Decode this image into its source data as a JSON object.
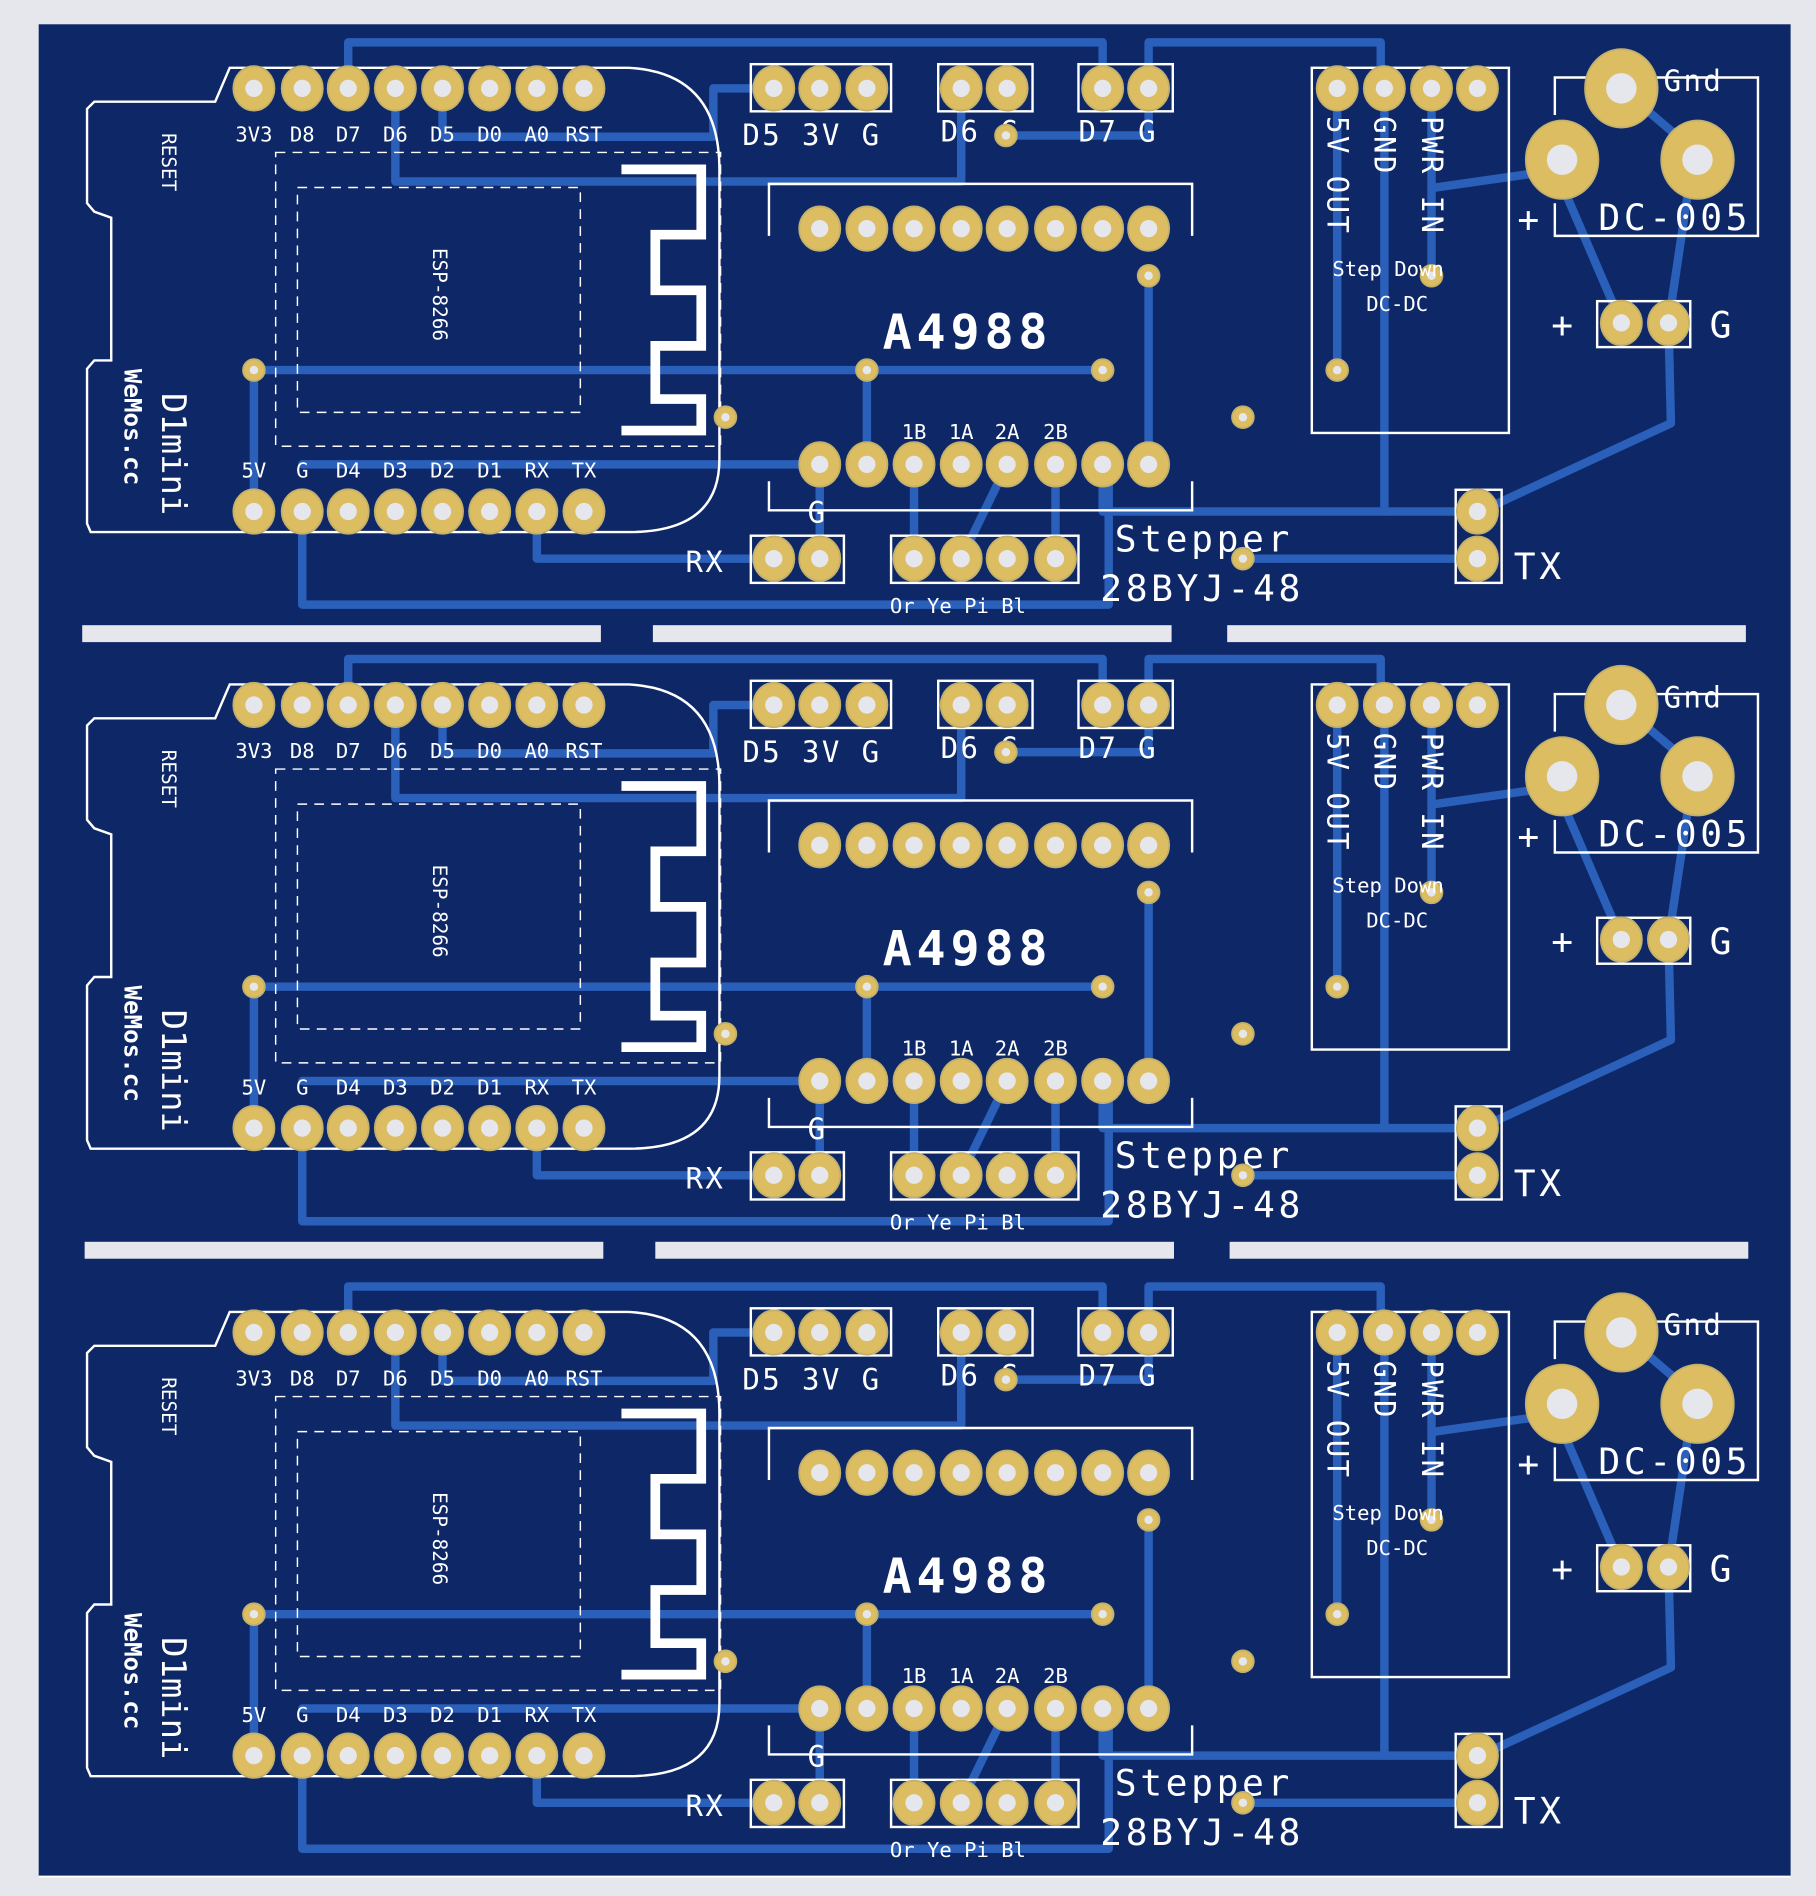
{
  "view": {
    "type": "PCB layout render",
    "panel_count": 3
  },
  "colors": {
    "board": "#0e2766",
    "trace": "#2a5fba",
    "pad": "#dcbd62",
    "pad_edge": "#c2b06c",
    "hole": "#e6e7ec",
    "silkscreen": "#ffffff",
    "background": "#e6e7ec"
  },
  "board": {
    "d1mini": {
      "reset_label": "RESET",
      "chip_label": "ESP-8266",
      "title": "D1mini",
      "brand": "WeMos.cc",
      "top_pins": [
        "3V3",
        "D8",
        "D7",
        "D6",
        "D5",
        "D0",
        "A0",
        "RST"
      ],
      "bottom_pins": [
        "5V",
        "G",
        "D4",
        "D3",
        "D2",
        "D1",
        "RX",
        "TX"
      ]
    },
    "headers": {
      "h1_labels": "D5 3V G",
      "h2_labels": "D6 G",
      "h3_labels": "D7 G",
      "rx_label": "RX",
      "tx_label": "TX",
      "g_label": "G",
      "motor_colors": "Or Ye Pi Bl"
    },
    "driver": {
      "name": "A4988",
      "pin_labels": [
        "1B",
        "1A",
        "2A",
        "2B"
      ]
    },
    "stepper": {
      "line1": "Stepper",
      "line2": "28BYJ-48"
    },
    "stepdown": {
      "pins": [
        "5V OUT",
        "GND",
        "PWR IN"
      ],
      "title1": "Step Down",
      "title2": "DC-DC"
    },
    "dcjack": {
      "name": "DC-005",
      "gnd": "Gnd",
      "plus": "+",
      "power_plus": "+",
      "power_g": "G"
    }
  }
}
